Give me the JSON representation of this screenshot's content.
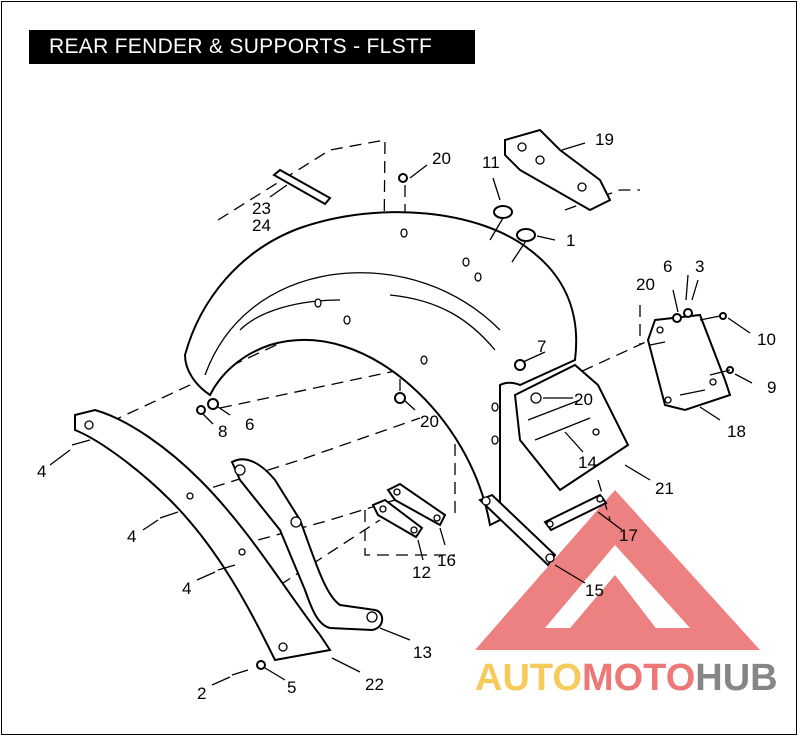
{
  "diagram": {
    "title": "REAR FENDER & SUPPORTS - FLSTF",
    "callouts": {
      "c1": "1",
      "c2": "2",
      "c3": "3",
      "c4a": "4",
      "c4b": "4",
      "c4c": "4",
      "c5": "5",
      "c6a": "6",
      "c6b": "6",
      "c7": "7",
      "c8": "8",
      "c9": "9",
      "c10": "10",
      "c11": "11",
      "c12": "12",
      "c13": "13",
      "c14": "14",
      "c15": "15",
      "c16": "16",
      "c17": "17",
      "c18": "18",
      "c19": "19",
      "c20a": "20",
      "c20b": "20",
      "c20c": "20",
      "c20d": "20",
      "c21": "21",
      "c22": "22",
      "c23": "23",
      "c24": "24"
    }
  },
  "watermark": {
    "part1": "AUTO",
    "part2": "MOTO",
    "part3": "HUB",
    "colors": {
      "red": "#ea6a6a",
      "yellow": "#f6c54a",
      "gray": "#7a7a7a"
    }
  }
}
